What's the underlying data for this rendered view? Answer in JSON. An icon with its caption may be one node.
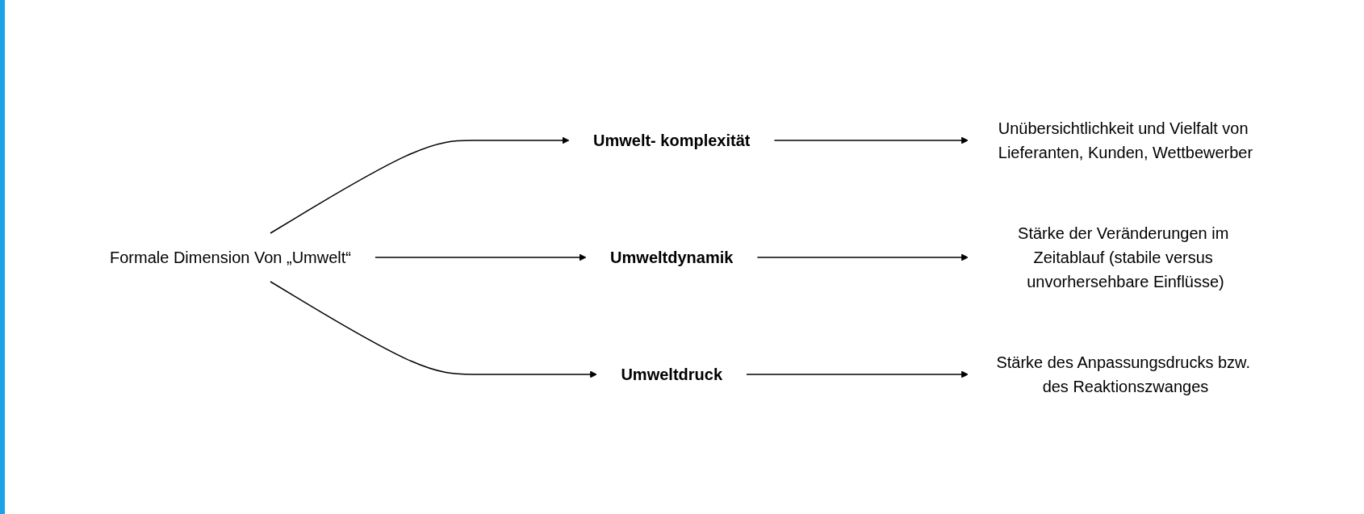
{
  "diagram": {
    "nodes": [
      {
        "text": [
          "Formale Dimension Von „Umwelt“"
        ]
      },
      {
        "text": [
          "Umwelt- komplexität"
        ]
      },
      {
        "text": [
          "Umweltdynamik"
        ]
      },
      {
        "text": [
          "Umweltdruck"
        ]
      },
      {
        "text": [
          "Unübersichtlichkeit und Vielfalt von Lieferanten, Kunden, Wettbewerber"
        ]
      },
      {
        "text": [
          "Stärke der Veränderungen im Zeitablauf (stabile versus unvorhersehbare Einflüsse)"
        ]
      },
      {
        "text": [
          "Stärke des Anpassungsdrucks bzw. des Reaktionszwanges"
        ]
      }
    ],
    "edges": [
      {
        "from": 0,
        "to": 1,
        "arrow": "to"
      },
      {
        "from": 0,
        "to": 2,
        "arrow": "to"
      },
      {
        "from": 0,
        "to": 3,
        "arrow": "to"
      },
      {
        "from": 1,
        "to": 4,
        "arrow": "to"
      },
      {
        "from": 2,
        "to": 5,
        "arrow": "to"
      },
      {
        "from": 3,
        "to": 6,
        "arrow": "to"
      }
    ]
  }
}
